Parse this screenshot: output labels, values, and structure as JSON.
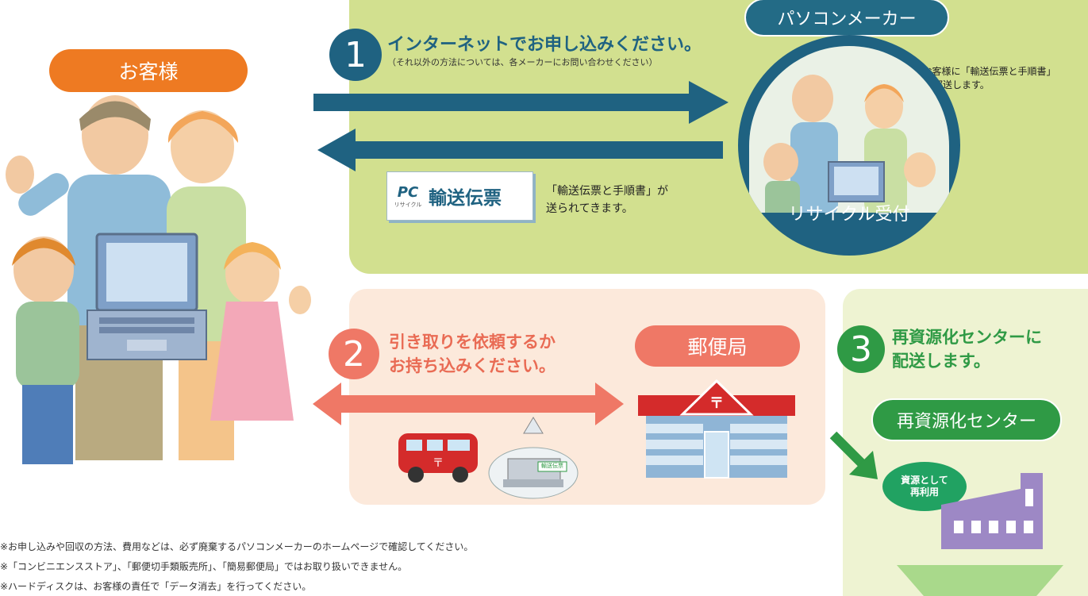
{
  "customer": {
    "label": "お客様"
  },
  "step1": {
    "number": "1",
    "title": "インターネットでお申し込みください。",
    "subtitle": "（それ以外の方法については、各メーカーにお問い合わせください）"
  },
  "maker": {
    "label": "パソコンメーカー",
    "note_line1": "●お客様に「輸送伝票と手順書」",
    "note_line2": "を郵送します。",
    "reception_label": "リサイクル受付"
  },
  "ticket": {
    "logo": "PC",
    "logo_sub": "リサイクル",
    "label": "輸送伝票",
    "note_line1": "「輸送伝票と手順書」が",
    "note_line2": "送られてきます。"
  },
  "step2": {
    "number": "2",
    "title_line1": "引き取りを依頼するか",
    "title_line2": "お持ち込みください。",
    "post_office_label": "郵便局",
    "post_mark": "〒",
    "bag_tag": "輸送伝票"
  },
  "step3": {
    "number": "3",
    "title_line1": "再資源化センターに",
    "title_line2": "配送します。",
    "center_label": "再資源化センター",
    "reuse_line1": "資源として",
    "reuse_line2": "再利用"
  },
  "footnotes": [
    "※お申し込みや回収の方法、費用などは、必ず廃棄するパソコンメーカーのホームページで確認してください。",
    "※「コンビニエンスストア」、「郵便切手類販売所」、「簡易郵便局」ではお取り扱いできません。",
    "※ハードディスクは、お客様の責任で「データ消去」を行ってください。"
  ],
  "colors": {
    "teal": "#1f6281",
    "orange": "#ee7a22",
    "salmon": "#ef7866",
    "green": "#2f9a45",
    "panel_green": "#d2e08f",
    "panel_pink": "#fce9db",
    "panel_light": "#eef3d2"
  }
}
